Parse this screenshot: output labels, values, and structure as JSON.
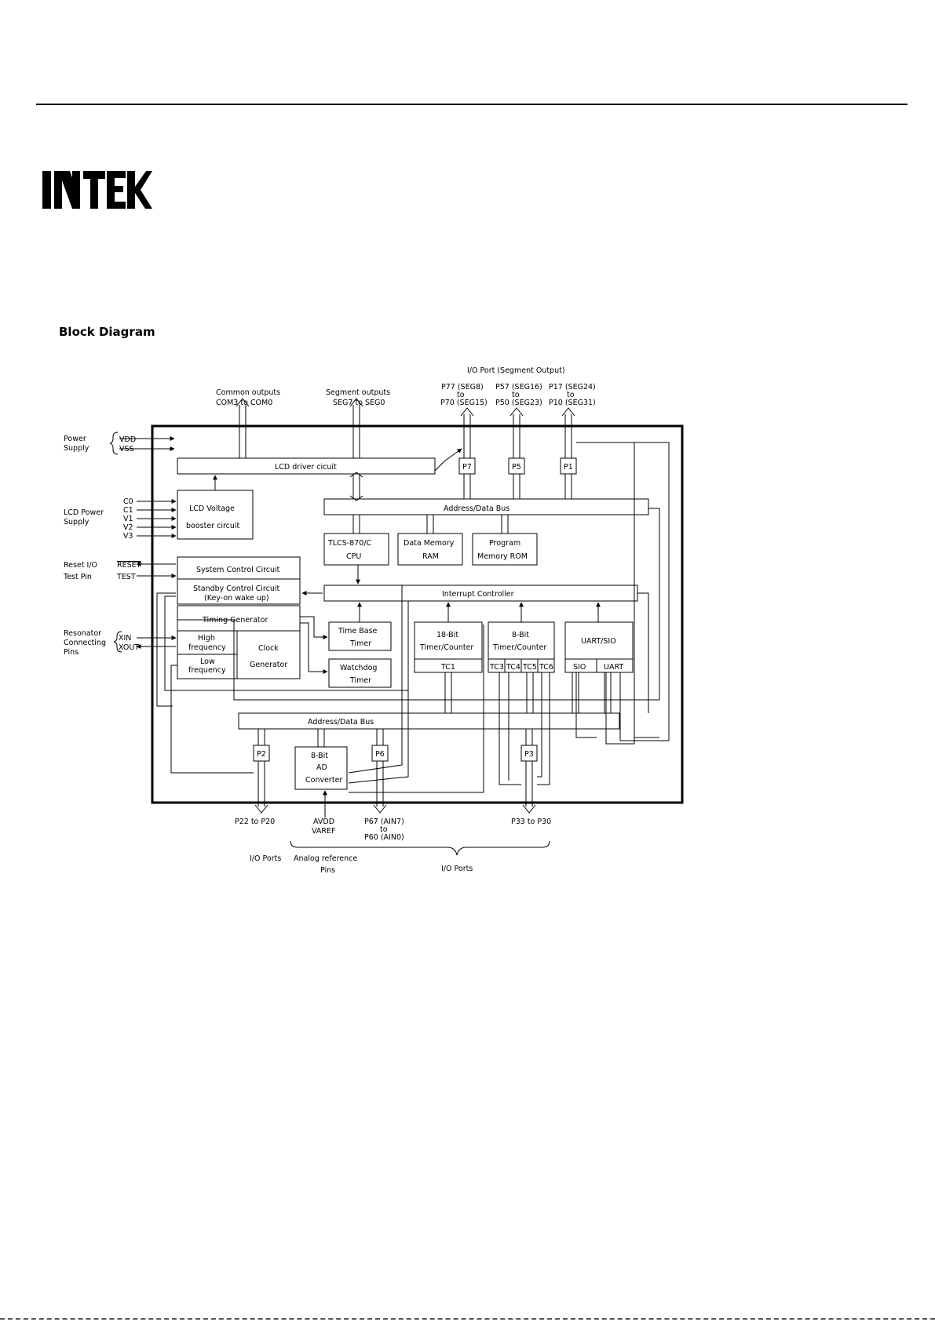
{
  "logo_text": "INTEK",
  "heading": "Block Diagram",
  "labels": {
    "io_port_segment": "I/O Port (Segment Output)",
    "common_outputs": "Common outputs",
    "com_range": "COM3 to COM0",
    "segment_outputs": "Segment outputs",
    "seg_range": "SEG7 to SEG0",
    "p77": "P77 (SEG8)",
    "to": "to",
    "p70": "P70 (SEG15)",
    "p57": "P57 (SEG16)",
    "p50": "P50 (SEG23)",
    "p17": "P17 (SEG24)",
    "p10": "P10 (SEG31)",
    "power": "Power",
    "supply": "Supply",
    "vdd": "VDD",
    "vss": "VSS",
    "lcd_power": "LCD Power",
    "c0": "C0",
    "c1": "C1",
    "v1": "V1",
    "v2": "V2",
    "v3": "V3",
    "reset_io": "Reset I/O",
    "test_pin": "Test Pin",
    "reset": "RESET",
    "test": "TEST",
    "resonator": "Resonator",
    "connecting": "Connecting",
    "pins": "Pins",
    "xin": "XIN",
    "xout": "XOUT",
    "p22_p20": "P22 to P20",
    "io_ports": "I/O Ports",
    "avdd": "AVDD",
    "varef": "VAREF",
    "analog_ref": "Analog reference",
    "analog_pins": "Pins",
    "p67": "P67 (AIN7)",
    "p60": "P60 (AIN0)",
    "p33_p30": "P33 to P30"
  },
  "blocks": {
    "lcd_driver": "LCD driver cicuit",
    "lcd_voltage_1": "LCD Voltage",
    "lcd_voltage_2": "booster circuit",
    "address_bus_top": "Address/Data Bus",
    "cpu_1": "TLCS-870/C",
    "cpu_2": "CPU",
    "ram_1": "Data Memory",
    "ram_2": "RAM",
    "rom_1": "Program",
    "rom_2": "Memory ROM",
    "system_control": "System Control Circuit",
    "standby_1": "Standby Control Circuit",
    "standby_2": "(Key-on wake up)",
    "interrupt": "Interrupt Controller",
    "timing": "Timing Generator",
    "high_freq_1": "High",
    "high_freq_2": "frequency",
    "low_freq_1": "Low",
    "low_freq_2": "frequency",
    "clock_1": "Clock",
    "clock_2": "Generator",
    "timebase_1": "Time Base",
    "timebase_2": "Timer",
    "watchdog_1": "Watchdog",
    "watchdog_2": "Timer",
    "tc16_1": "18-Bit",
    "tc16_2": "Timer/Counter",
    "tc1": "TC1",
    "tc8_1": "8-Bit",
    "tc8_2": "Timer/Counter",
    "tc3": "TC3",
    "tc4": "TC4",
    "tc5": "TC5",
    "tc6": "TC6",
    "uart_sio": "UART/SIO",
    "sio": "SIO",
    "uart": "UART",
    "address_bus_bottom": "Address/Data Bus",
    "adc_1": "8-Bit",
    "adc_2": "AD",
    "adc_3": "Converter",
    "p7": "P7",
    "p5": "P5",
    "p1": "P1",
    "p2": "P2",
    "p6": "P6",
    "p3": "P3"
  }
}
